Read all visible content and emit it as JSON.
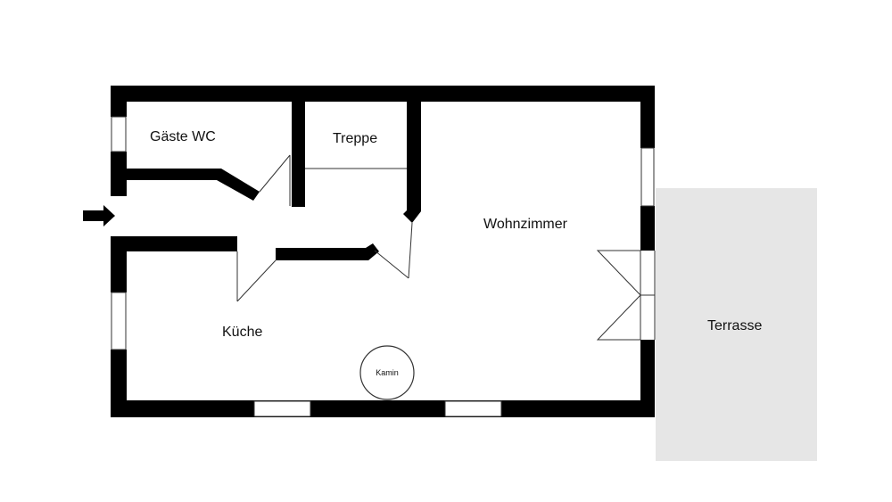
{
  "rooms": {
    "guest_wc": "Gäste WC",
    "stairs": "Treppe",
    "living_room": "Wohnzimmer",
    "kitchen": "Küche",
    "terrace": "Terrasse"
  },
  "fixtures": {
    "fireplace": "Kamin"
  },
  "colors": {
    "wall": "#000000",
    "terrace_fill": "#e6e6e6",
    "line": "#333333",
    "background": "#ffffff"
  },
  "icons": {
    "entrance": "entrance-arrow-icon"
  }
}
